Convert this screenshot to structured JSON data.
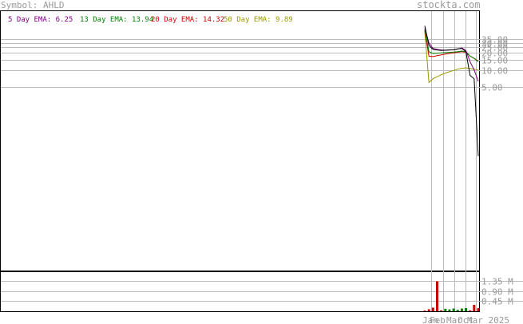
{
  "header": {
    "symbol_text": "Symbol: AHLD",
    "watermark": "stockta.com"
  },
  "legend": [
    {
      "label": "5 Day EMA: 6.25",
      "color": "#800080"
    },
    {
      "label": "13 Day EMA: 13.94",
      "color": "#008000"
    },
    {
      "label": "20 Day EMA: 14.32",
      "color": "#cc0000"
    },
    {
      "label": "50 Day EMA: 9.89",
      "color": "#999900"
    }
  ],
  "chart_data": {
    "type": "line",
    "price_axis": {
      "scale": "log",
      "ticks": [
        5,
        10,
        15,
        20,
        25,
        30,
        35
      ],
      "tick_labels": [
        "5.00",
        "10.00",
        "15.00",
        "20.00",
        "25.00",
        "30.00",
        "35.00"
      ]
    },
    "volume_axis": {
      "ticks": [
        450000,
        900000,
        1350000
      ],
      "tick_labels": [
        "0.45 M",
        "0.90 M",
        "1.35 M"
      ]
    },
    "x_tick_labels": [
      "Jan",
      "Feb",
      "Mar",
      "Oct",
      "Mar 2025"
    ],
    "series": [
      {
        "name": "Price",
        "color": "#000000",
        "values": [
          60,
          27,
          23,
          22.5,
          22,
          22.2,
          22.5,
          22.8,
          23.5,
          24,
          21,
          8,
          7,
          0.3
        ]
      },
      {
        "name": "5 Day EMA",
        "color": "#800080",
        "values": [
          55,
          30,
          24,
          23,
          22.5,
          22.3,
          22.5,
          22.7,
          23.3,
          24.5,
          22,
          14,
          10,
          6.25
        ]
      },
      {
        "name": "13 Day EMA",
        "color": "#008000",
        "values": [
          52,
          21,
          19.5,
          19.7,
          20,
          20.2,
          20.4,
          20.6,
          21,
          21.5,
          21,
          17.5,
          16,
          13.94
        ]
      },
      {
        "name": "20 Day EMA",
        "color": "#cc0000",
        "values": [
          50,
          17.5,
          17.2,
          17.8,
          18.4,
          19,
          19.5,
          20,
          20.5,
          21,
          20.5,
          17.5,
          16,
          14.32
        ]
      },
      {
        "name": "50 Day EMA",
        "color": "#999900",
        "values": [
          48,
          6,
          7,
          7.6,
          8.2,
          8.8,
          9.3,
          9.8,
          10.3,
          10.7,
          10.9,
          10.6,
          10.3,
          9.89
        ]
      }
    ],
    "volume": [
      {
        "v": 30000,
        "c": "#cc0000"
      },
      {
        "v": 90000,
        "c": "#cc0000"
      },
      {
        "v": 160000,
        "c": "#cc0000"
      },
      {
        "v": 1330000,
        "c": "#cc0000"
      },
      {
        "v": 40000,
        "c": "#cc0000"
      },
      {
        "v": 110000,
        "c": "#008000"
      },
      {
        "v": 80000,
        "c": "#008000"
      },
      {
        "v": 120000,
        "c": "#008000"
      },
      {
        "v": 60000,
        "c": "#008000"
      },
      {
        "v": 120000,
        "c": "#008000"
      },
      {
        "v": 140000,
        "c": "#008000"
      },
      {
        "v": 40000,
        "c": "#cc0000"
      },
      {
        "v": 280000,
        "c": "#cc0000"
      },
      {
        "v": 140000,
        "c": "#cc0000"
      }
    ]
  }
}
